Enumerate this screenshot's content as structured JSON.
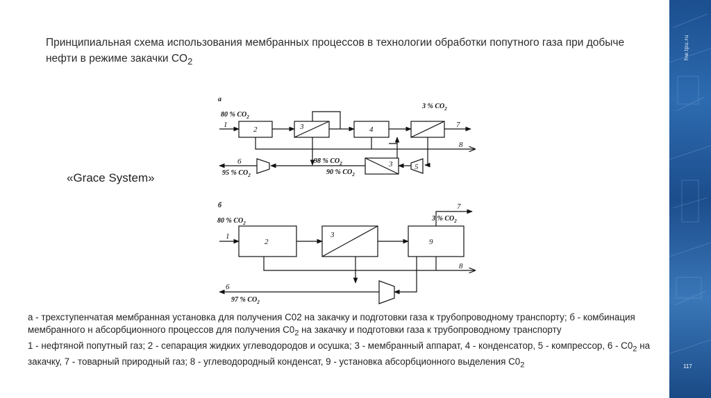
{
  "slide": {
    "title": "Принципиальная схема использования мембранных процессов в технологии обработки попутного газа при добыче нефти в режиме закачки CO",
    "title_sub": "2",
    "grace_label": "«Grace System»",
    "side_url": "hw.tpu.ru",
    "page_number": "117"
  },
  "diagram_a": {
    "label": "а",
    "feed_co2": "80 % CO",
    "top_co2": "3 % CO",
    "mid_co2": "98 % CO",
    "low_co2": "90 % CO",
    "inject_co2": "95 % CO",
    "sub": "2",
    "n1": "1",
    "n2": "2",
    "n3": "3",
    "n4": "4",
    "n3b": "3",
    "n5": "5",
    "n6": "6",
    "n7": "7",
    "n8": "8"
  },
  "diagram_b": {
    "label": "б",
    "feed_co2": "80 % CO",
    "top_co2": "3 % CO",
    "inject_co2": "97 % CO",
    "sub": "2",
    "n1": "1",
    "n2": "2",
    "n3": "3",
    "n9": "9",
    "n6": "6",
    "n7": "7",
    "n8": "8"
  },
  "caption": {
    "line1_a": "а - трехступенчатая мембранная установка для получения С02 на закачку и подготовки газа к трубопроводному транспорту; б - комбинация мембранного н абсорбционного процессов для получения С0",
    "line1_sub": "2",
    "line1_b": " на закачку и подготовки газа к трубопроводному транспорту",
    "line2_a": "1 - нефтяной попутный газ; 2 - сепарация жидких углеводородов и осушка; 3 - мембранный аппарат, 4 - конденсатор, 5 - компрессор, 6 - С0",
    "line2_sub": "2",
    "line2_b": " на закачку, 7 - товарный природный газ; 8 - углеводородный конденсат, 9 - установка абсорбционного выделения С0",
    "line2_sub2": "2"
  },
  "colors": {
    "sidebar": "#1f5596",
    "text": "#222222"
  }
}
